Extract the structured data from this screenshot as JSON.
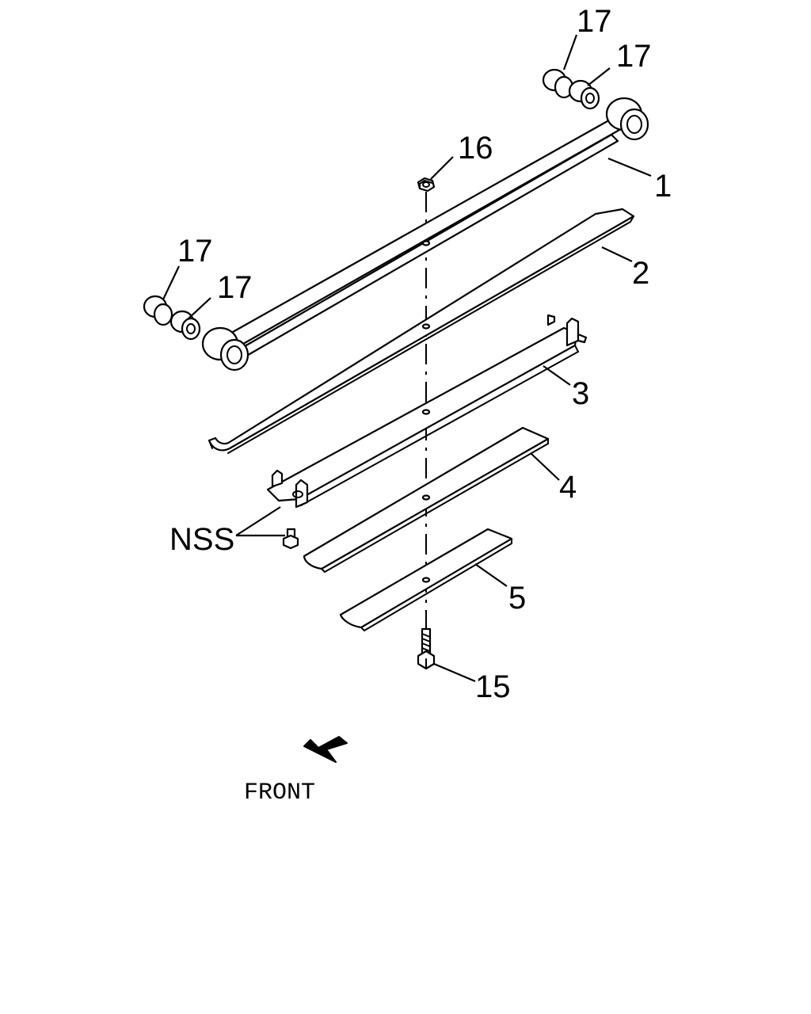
{
  "callouts": {
    "part1": "1",
    "part2": "2",
    "part3": "3",
    "part4": "4",
    "part5": "5",
    "part15": "15",
    "part16": "16",
    "bushing_top_a": "17",
    "bushing_top_b": "17",
    "bushing_left_a": "17",
    "bushing_left_b": "17",
    "nss": "NSS"
  },
  "direction": {
    "label": "FRONT",
    "icon": "front-arrow-icon"
  },
  "colors": {
    "line": "#000000",
    "background": "#ffffff"
  }
}
